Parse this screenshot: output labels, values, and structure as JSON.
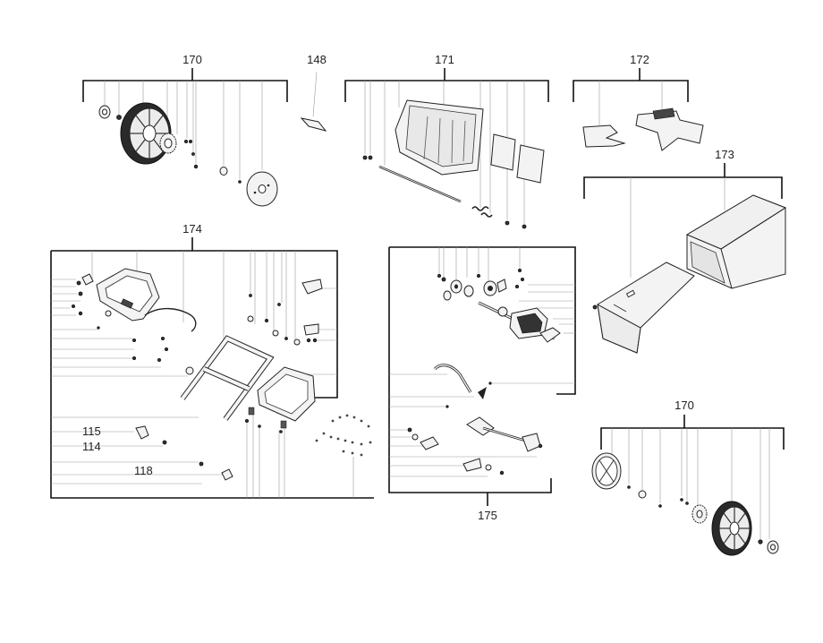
{
  "callouts": {
    "c170_top": "170",
    "c148": "148",
    "c171": "171",
    "c172": "172",
    "c173": "173",
    "c174": "174",
    "c175": "175",
    "c170_bottom": "170",
    "c115": "115",
    "c114": "114",
    "c118": "118"
  },
  "colors": {
    "line": "#333333",
    "part_fill": "#f3f3f3",
    "dark": "#333333"
  },
  "icons": [
    "wheel-icon",
    "grass-bag-icon",
    "handle-icon",
    "gearbox-icon"
  ]
}
